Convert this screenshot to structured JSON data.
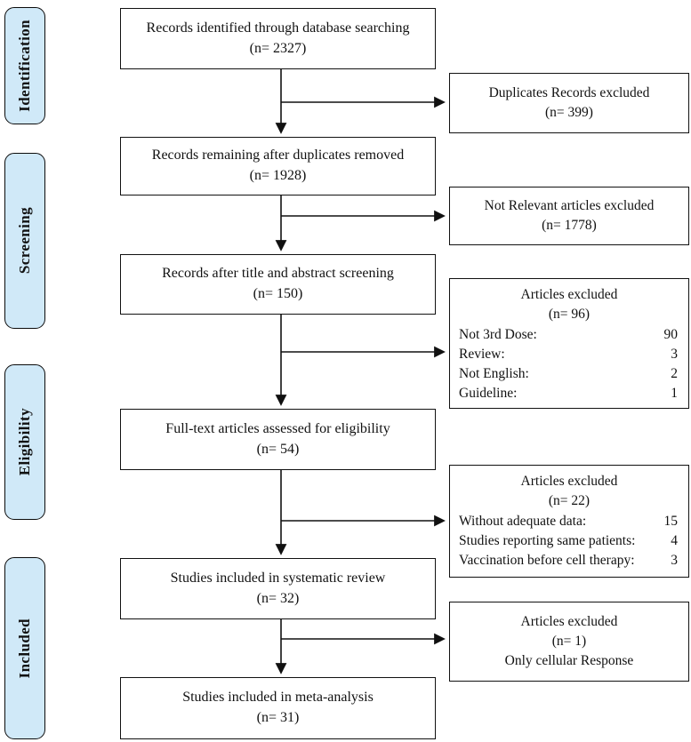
{
  "figure": {
    "type": "prisma-flow-diagram",
    "colors": {
      "stage_fill": "#d0e9f8",
      "border": "#111111",
      "background": "#ffffff",
      "text": "#111111"
    }
  },
  "stages": {
    "identification": "Identification",
    "screening": "Screening",
    "eligibility": "Eligibility",
    "included": "Included"
  },
  "flow": {
    "box1": {
      "line1": "Records identified through database searching",
      "line2": "(n= 2327)"
    },
    "box2": {
      "line1": "Records remaining after duplicates removed",
      "line2": "(n= 1928)"
    },
    "box3": {
      "line1": "Records after title and abstract screening",
      "line2": "(n= 150)"
    },
    "box4": {
      "line1": "Full-text articles assessed for eligibility",
      "line2": "(n= 54)"
    },
    "box5": {
      "line1": "Studies included in systematic review",
      "line2": "(n= 32)"
    },
    "box6": {
      "line1": "Studies included in meta-analysis",
      "line2": "(n= 31)"
    }
  },
  "exclusions": {
    "duplicates": {
      "line1": "Duplicates Records excluded",
      "line2": "(n= 399)"
    },
    "not_relevant": {
      "line1": "Not Relevant articles excluded",
      "line2": "(n= 1778)"
    },
    "ex96": {
      "title": "Articles excluded",
      "count": "(n= 96)",
      "items": [
        {
          "label": "Not 3rd Dose:",
          "value": "90"
        },
        {
          "label": "Review:",
          "value": "3"
        },
        {
          "label": "Not English:",
          "value": "2"
        },
        {
          "label": "Guideline:",
          "value": "1"
        }
      ]
    },
    "ex22": {
      "title": "Articles excluded",
      "count": "(n= 22)",
      "items": [
        {
          "label": "Without adequate data:",
          "value": "15"
        },
        {
          "label": "Studies reporting same patients:",
          "value": "4"
        },
        {
          "label": "Vaccination before cell therapy:",
          "value": "3"
        }
      ]
    },
    "ex1": {
      "title": "Articles excluded",
      "count": "(n= 1)",
      "line3": "Only cellular Response"
    }
  }
}
